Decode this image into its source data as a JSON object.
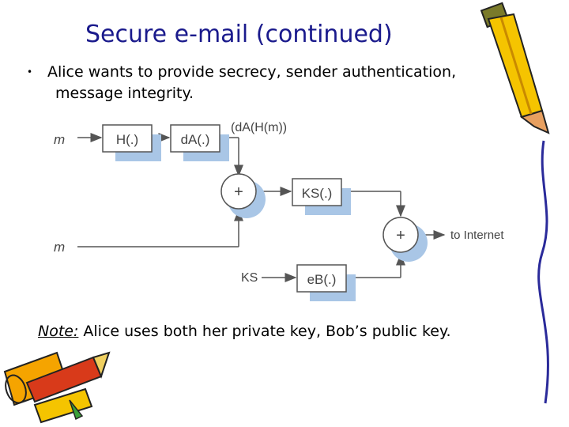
{
  "title": "Secure e-mail (continued)",
  "bullet": {
    "line1": "Alice wants to provide secrecy, sender authentication,",
    "line2": "message integrity."
  },
  "diagram": {
    "input_top": "m",
    "input_bottom": "m",
    "hash_box": "H(.)",
    "sign_box": "dA(.)",
    "signed_label": "(dA(H(m))",
    "plus": "+",
    "session_encrypt_box": "KS(.)",
    "session_key": "KS",
    "public_encrypt_box": "eB(.)",
    "output_label": "to Internet"
  },
  "note": {
    "label": "Note:",
    "text": "Alice uses both her private key, Bob’s public key."
  },
  "colors": {
    "title": "#1a1a8c",
    "shadow": "#a9c6e6",
    "box_fill": "#ffffff",
    "line": "#555555"
  },
  "decorations": [
    "pencil-icon",
    "crayons-icon"
  ]
}
